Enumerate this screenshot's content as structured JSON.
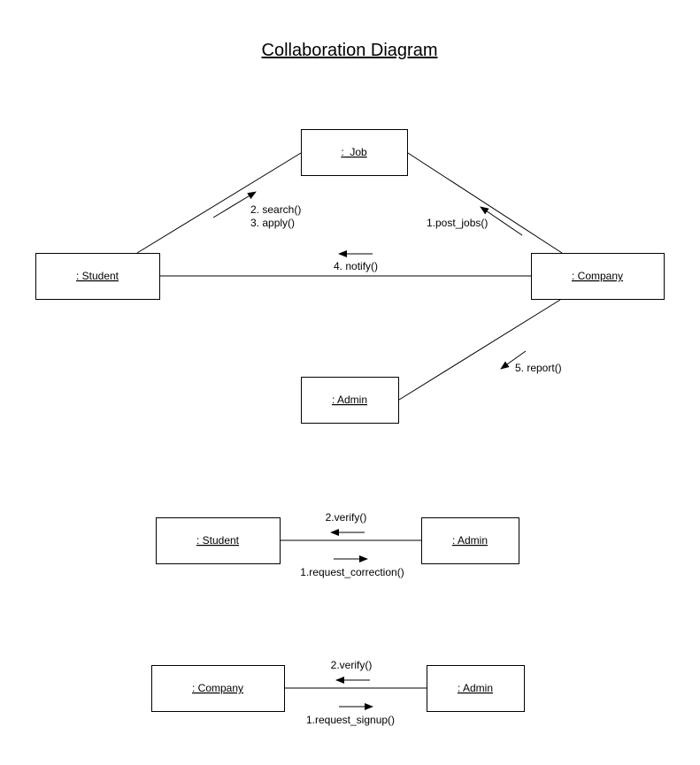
{
  "title": "Collaboration Diagram",
  "main_diagram": {
    "objects": {
      "job": ":  Job",
      "student": ": Student",
      "company": ": Company",
      "admin": ": Admin"
    },
    "messages": {
      "search": "2. search()",
      "apply": "3. apply()",
      "post_jobs": "1.post_jobs()",
      "notify": "4. notify()",
      "report": "5. report()"
    }
  },
  "student_admin_diagram": {
    "objects": {
      "student": ": Student",
      "admin": ": Admin"
    },
    "messages": {
      "verify": "2.verify()",
      "request_correction": "1.request_correction()"
    }
  },
  "company_admin_diagram": {
    "objects": {
      "company": ": Company",
      "admin": ": Admin"
    },
    "messages": {
      "verify": "2.verify()",
      "request_signup": "1.request_signup()"
    }
  }
}
